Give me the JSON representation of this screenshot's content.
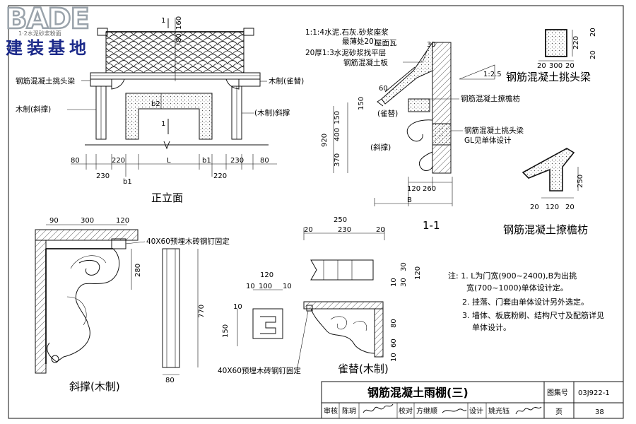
{
  "logo": {
    "brand": "BADE",
    "tagline": "1·2水泥砂浆粉面",
    "name": "建装基地"
  },
  "views": {
    "front_elevation": "正立面",
    "section_1_1": "1-1",
    "corbel_beam": "钢筋混凝土挑头梁",
    "eave_purlin": "钢筋混凝土撩檐枋",
    "brace": "斜撑(木制)",
    "queti": "雀替(木制)",
    "section_mark": "1"
  },
  "labels": {
    "roof_tile": "屋面瓦",
    "mortar_bed": "1:1:4水泥.石灰.砂浆座浆",
    "mortar_bed_thick": "最薄处20)",
    "leveling": "20厚1:3水泥砂浆找平层",
    "rc_slab": "钢筋混凝土板",
    "rc_corbel_beam_left": "钢筋混凝土挑头梁",
    "wood_queti_right": "木制(雀替)",
    "wood_brace_left": "木制(斜撑)",
    "wood_brace_right": "(木制)斜撑",
    "rc_eave_purlin": "钢筋混凝土撩檐枋",
    "rc_corbel_beam_sec": "钢筋混凝土挑头梁",
    "gl_note": "GL见单体设计",
    "queti_tag": "(雀替)",
    "brace_tag": "(斜撑)",
    "embed_brace": "40X60预埋木砖钢钉固定",
    "embed_queti": "40X60预埋木砖钢钉固定",
    "slope": "1:2.5"
  },
  "dims": {
    "fe_80a": "80",
    "fe_230a": "230",
    "fe_220a": "220",
    "fe_b1a": "b1",
    "fe_L": "L",
    "fe_b1b": "b1",
    "fe_220b": "220",
    "fe_230b": "230",
    "fe_80b": "80",
    "fe_160": "160",
    "fe_80v": "80",
    "fe_b2": "b2",
    "s_30": "30",
    "s_60": "60",
    "s_150a": "150",
    "s_150": "150",
    "s_400": "400",
    "s_370": "370",
    "s_920": "920",
    "s_120": "120",
    "s_260": "260",
    "s_B": "B",
    "cb_20a": "20",
    "cb_300": "300",
    "cb_20b": "20",
    "cb_220": "220",
    "cb_20c": "20",
    "cb_20d": "20",
    "ep_20a": "20",
    "ep_120": "120",
    "ep_20b": "20",
    "ep_250": "250",
    "br_90": "90",
    "br_300": "300",
    "br_120": "120",
    "br_280": "280",
    "br_770": "770",
    "br_80": "80",
    "q_250": "250",
    "q_20a": "20",
    "q_230": "230",
    "q_20b": "20",
    "q_10a": "10",
    "q_30a": "30",
    "q_120v": "120",
    "q_30b": "30",
    "q_120": "120",
    "q_10b": "10",
    "q_100": "100",
    "q_10c": "10",
    "q_10d": "10",
    "q_150": "150",
    "q_80": "80",
    "q_60": "60",
    "q_10e": "10"
  },
  "notes": {
    "n1a": "注: 1. L为门宽(900~2400),B为出挑",
    "n1b": "宽(700~1000)单体设计定。",
    "n2": "2. 挂落、门套由单体设计另外选定。",
    "n3a": "3. 墙体、板底粉刷、结构尺寸及配筋详见",
    "n3b": "单体设计。"
  },
  "titleblock": {
    "title": "钢筋混凝土雨棚(三)",
    "atlas_label": "图集号",
    "atlas_no": "03J922-1",
    "review_label": "审核",
    "reviewer": "陈玥",
    "check_label": "校对",
    "checker": "方继顺",
    "design_label": "设计",
    "designer": "姚光钰",
    "page_label": "页",
    "page_no": "38"
  }
}
